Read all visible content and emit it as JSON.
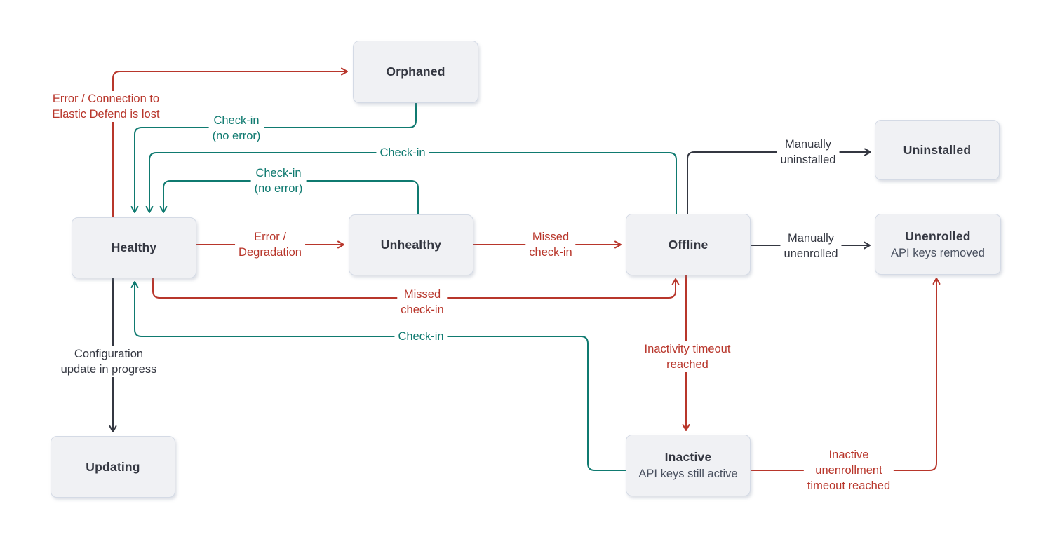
{
  "colors": {
    "error": "#b8362b",
    "success": "#0f7a70",
    "neutral": "#343741",
    "box-fill": "#f0f1f4",
    "box-border": "#d4dae5",
    "subtitle": "#4a5160"
  },
  "states": {
    "orphaned": {
      "title": "Orphaned"
    },
    "healthy": {
      "title": "Healthy"
    },
    "unhealthy": {
      "title": "Unhealthy"
    },
    "offline": {
      "title": "Offline"
    },
    "uninstalled": {
      "title": "Uninstalled"
    },
    "unenrolled": {
      "title": "Unenrolled",
      "subtitle": "API keys removed"
    },
    "updating": {
      "title": "Updating"
    },
    "inactive": {
      "title": "Inactive",
      "subtitle": "API keys still active"
    }
  },
  "transitions": {
    "healthy_orphaned": {
      "from": "Healthy",
      "to": "Orphaned",
      "label": "Error / Connection to\nElastic Defend is lost",
      "type": "error"
    },
    "orphaned_healthy": {
      "from": "Orphaned",
      "to": "Healthy",
      "label": "Check-in\n(no error)",
      "type": "success"
    },
    "offline_healthy": {
      "from": "Offline",
      "to": "Healthy",
      "label": "Check-in",
      "type": "success"
    },
    "unhealthy_healthy": {
      "from": "Unhealthy",
      "to": "Healthy",
      "label": "Check-in\n(no error)",
      "type": "success"
    },
    "healthy_unhealthy": {
      "from": "Healthy",
      "to": "Unhealthy",
      "label": "Error /\nDegradation",
      "type": "error"
    },
    "unhealthy_offline": {
      "from": "Unhealthy",
      "to": "Offline",
      "label": "Missed\ncheck-in",
      "type": "error"
    },
    "healthy_offline": {
      "from": "Healthy",
      "to": "Offline",
      "label": "Missed\ncheck-in",
      "type": "error"
    },
    "inactive_healthy": {
      "from": "Inactive",
      "to": "Healthy",
      "label": "Check-in",
      "type": "success"
    },
    "offline_uninstalled": {
      "from": "Offline",
      "to": "Uninstalled",
      "label": "Manually\nuninstalled",
      "type": "neutral"
    },
    "offline_unenrolled": {
      "from": "Offline",
      "to": "Unenrolled",
      "label": "Manually\nunenrolled",
      "type": "neutral"
    },
    "offline_inactive": {
      "from": "Offline",
      "to": "Inactive",
      "label": "Inactivity timeout\nreached",
      "type": "error"
    },
    "inactive_unenrolled": {
      "from": "Inactive",
      "to": "Unenrolled",
      "label": "Inactive\nunenrollment\ntimeout reached",
      "type": "error"
    },
    "healthy_updating": {
      "from": "Healthy",
      "to": "Updating",
      "label": "Configuration\nupdate in progress",
      "type": "neutral"
    }
  }
}
